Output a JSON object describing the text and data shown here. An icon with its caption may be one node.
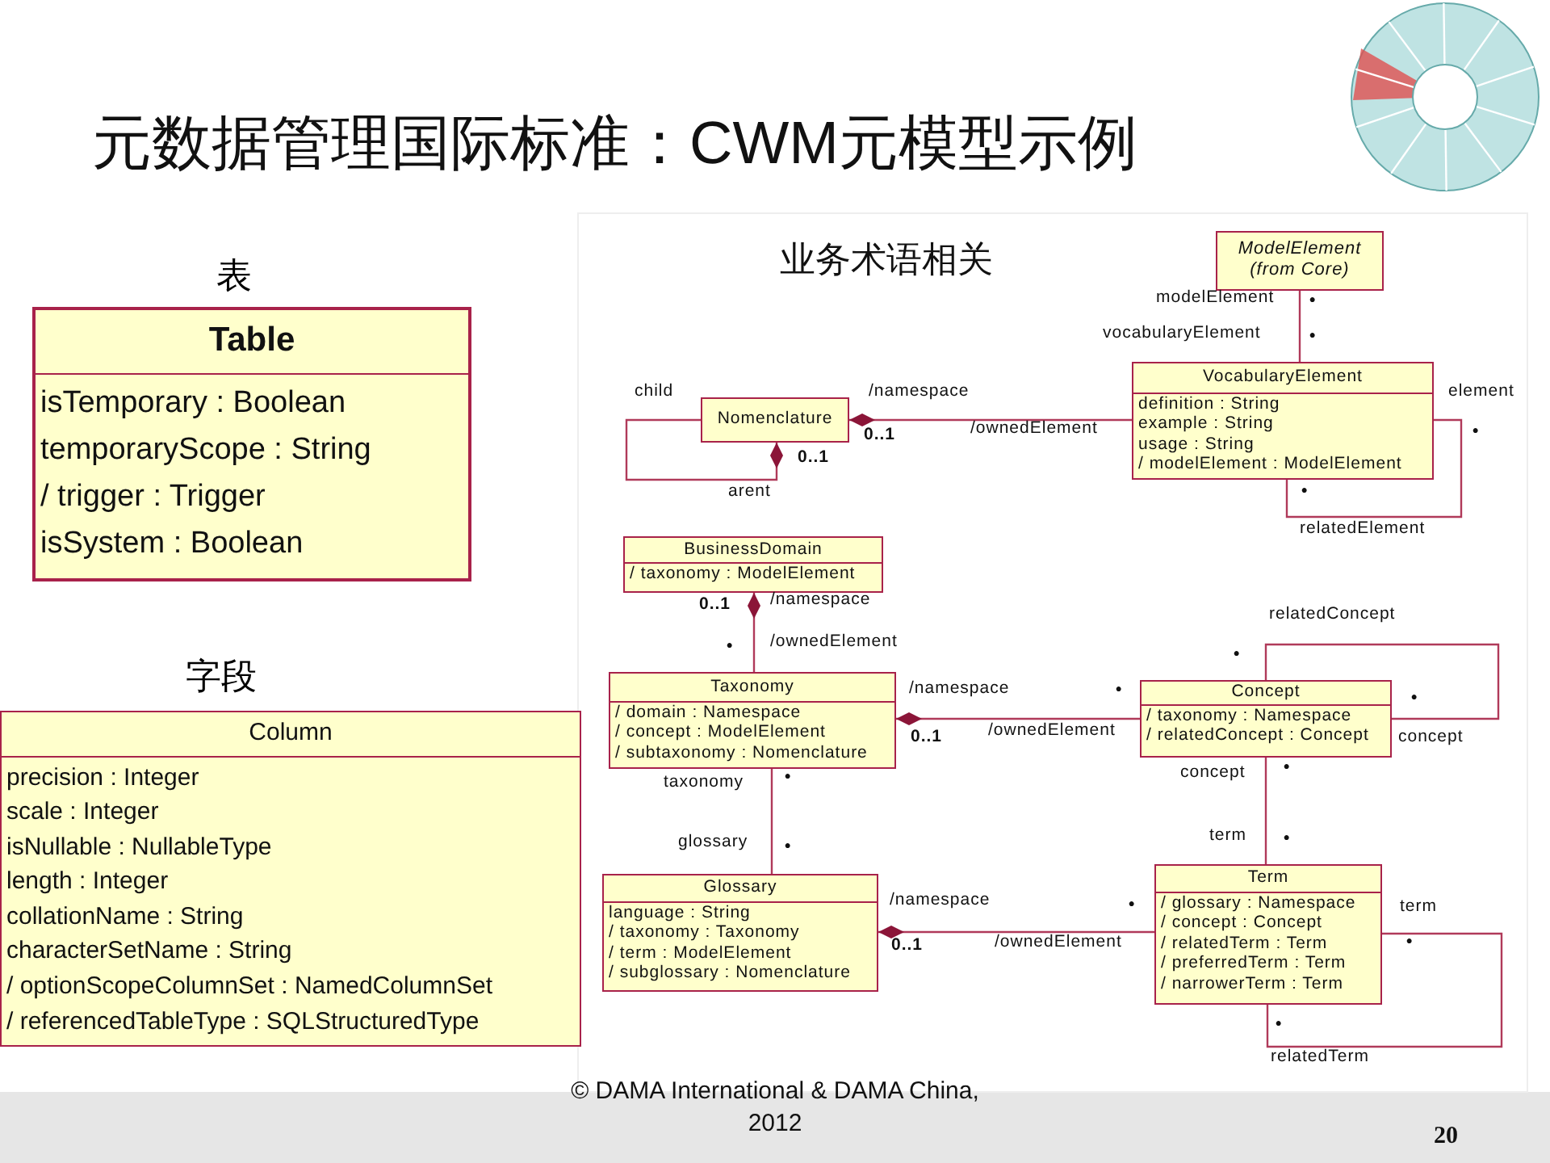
{
  "diagram": {
    "title": "元数据管理国际标准：CWM元模型示例",
    "nodes": [
      {
        "text": [
          "Table",
          "isTemporary : Boolean",
          "temporaryScope : String",
          "/ trigger : Trigger",
          "isSystem : Boolean"
        ],
        "beside": [
          "表"
        ]
      },
      {
        "text": [
          "Column",
          "precision : Integer",
          "scale : Integer",
          "isNullable : NullableType",
          "length : Integer",
          "collationName : String",
          "characterSetName : String",
          "/ optionScopeColumnSet : NamedColumnSet",
          "/ referencedTableType : SQLStructuredType"
        ],
        "beside": [
          "字段"
        ]
      },
      {
        "text": [
          "ModelElement (from Core)"
        ]
      },
      {
        "text": [
          "Nomenclature"
        ]
      },
      {
        "text": [
          "VocabularyElement",
          "definition : String",
          "example : String",
          "usage : String",
          "/ modelElement : ModelElement"
        ]
      },
      {
        "text": [
          "BusinessDomain",
          "/ taxonomy : ModelElement"
        ]
      },
      {
        "text": [
          "Taxonomy",
          "/ domain : Namespace",
          "/ concept : ModelElement",
          "/ subtaxonomy : Nomenclature"
        ]
      },
      {
        "text": [
          "Concept",
          "/ taxonomy : Namespace",
          "/ relatedConcept : Concept"
        ]
      },
      {
        "text": [
          "Glossary",
          "language : String",
          "/ taxonomy : Taxonomy",
          "/ term : ModelElement",
          "/ subglossary : Nomenclature"
        ]
      },
      {
        "text": [
          "Term",
          "/ glossary : Namespace",
          "/ concept : Concept",
          "/ relatedTerm : Term",
          "/ preferredTerm : Term",
          "/ narrowerTerm : Term"
        ]
      }
    ],
    "edges": [
      {
        "from": 2,
        "to": 4,
        "arrow": "none"
      },
      {
        "from": 3,
        "to": 3,
        "arrow": "other"
      },
      {
        "from": 4,
        "to": 3,
        "arrow": "other"
      },
      {
        "from": 4,
        "to": 4,
        "arrow": "none"
      },
      {
        "from": 6,
        "to": 5,
        "arrow": "other"
      },
      {
        "from": 7,
        "to": 6,
        "arrow": "other"
      },
      {
        "from": 7,
        "to": 7,
        "arrow": "none"
      },
      {
        "from": 6,
        "to": 8,
        "arrow": "none"
      },
      {
        "from": 7,
        "to": 9,
        "arrow": "none"
      },
      {
        "from": 9,
        "to": 8,
        "arrow": "other"
      },
      {
        "from": 9,
        "to": 9,
        "arrow": "none"
      }
    ],
    "labels": [
      "业务术语相关",
      "modelElement",
      "•",
      "vocabularyElement",
      "•",
      "child",
      "/namespace",
      "element",
      "0..1",
      "/ownedElement",
      "•",
      "0..1",
      "arent",
      "•",
      "relatedElement",
      "0..1",
      "/namespace",
      "relatedConcept",
      "•",
      "/ownedElement",
      "•",
      "/namespace",
      "•",
      "•",
      "0..1",
      "/ownedElement",
      "concept",
      "taxonomy",
      "•",
      "concept",
      "•",
      "glossary",
      "•",
      "term",
      "•",
      "/namespace",
      "•",
      "term",
      "•",
      "0..1",
      "/ownedElement",
      "•",
      "relatedTerm",
      "© DAMA  International & DAMA China, 2012",
      "20"
    ]
  }
}
